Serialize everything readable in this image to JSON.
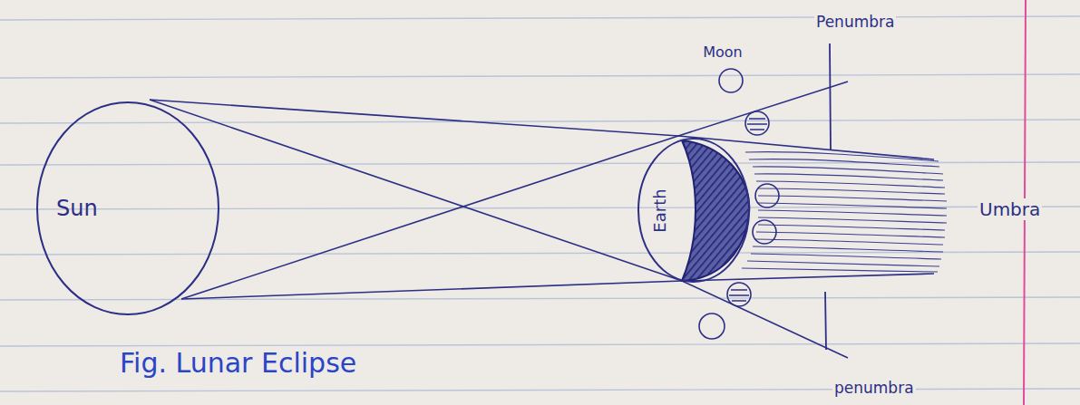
{
  "diagram": {
    "caption": "Fig. Lunar Eclipse",
    "nodes": [
      {
        "text": [
          "Sun"
        ]
      },
      {
        "text": [
          "Earth"
        ]
      },
      {
        "text": [
          "Moon"
        ]
      }
    ],
    "labels": [
      "Penumbra",
      "Umbra",
      "penumbra"
    ]
  }
}
